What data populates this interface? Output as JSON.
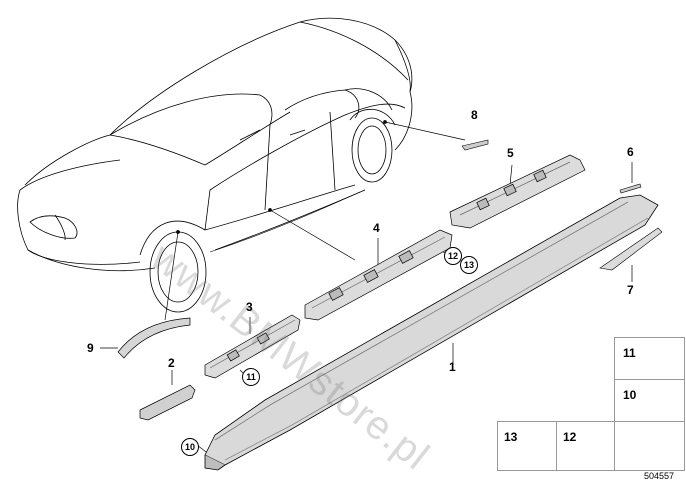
{
  "watermark": "www.BMWstore.pl",
  "diagram_number": "504557",
  "callouts": {
    "c1": "1",
    "c2": "2",
    "c3": "3",
    "c4": "4",
    "c5": "5",
    "c6": "6",
    "c7": "7",
    "c8": "8",
    "c9": "9"
  },
  "circled_refs": {
    "r11": "11",
    "r12": "12",
    "r13": "13",
    "r10": "10"
  },
  "legend_boxes": {
    "b11": "11",
    "b10": "10",
    "b13": "13",
    "b12": "12"
  },
  "colors": {
    "line": "#000000",
    "part_fill": "#d8d8d8",
    "part_shade": "#b0b0b0",
    "watermark": "#8a8a8a"
  }
}
